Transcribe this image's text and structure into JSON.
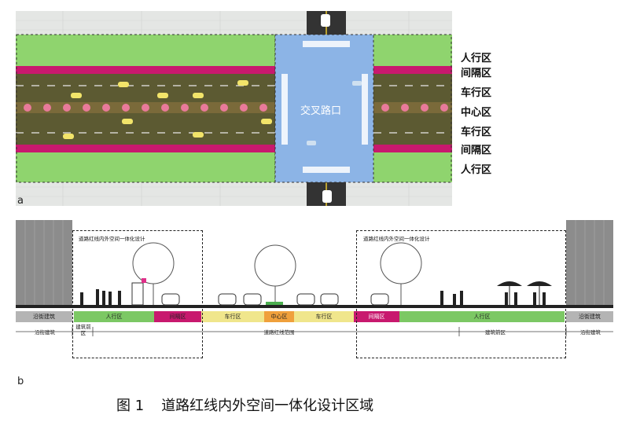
{
  "panel_a": {
    "letter": "a",
    "intersection_label": "交叉路口",
    "zones": [
      "人行区",
      "间隔区",
      "车行区",
      "中心区",
      "车行区",
      "间隔区",
      "人行区"
    ]
  },
  "panel_b": {
    "letter": "b",
    "box_title_left": "道路红线内外空间一体化设计",
    "box_title_right": "道路红线内外空间一体化设计",
    "segments": {
      "building_left": "沿街建筑",
      "sidewalk_left": "人行区",
      "buffer_left": "间隔区",
      "lane_left": "车行区",
      "center": "中心区",
      "lane_right": "车行区",
      "buffer_right": "间隔区",
      "sidewalk_right": "人行区",
      "building_right": "沿街建筑"
    },
    "dimensions": {
      "street_building_left": "沿街建筑",
      "front_zone_left": "建筑前区",
      "road_red_line": "道路红线范围",
      "front_zone_right": "建筑前区",
      "street_building_right": "沿街建筑"
    }
  },
  "caption": {
    "figure_number": "图 1",
    "title": "道路红线内外空间一体化设计区域"
  },
  "colors": {
    "sidewalk_green": "#7cc864",
    "buffer_magenta": "#c8196e",
    "lane_yellow": "#f0e68c",
    "center_orange": "#f0a03c",
    "building_gray": "#b4b4b4",
    "road_olive": "#5c5a32",
    "intersection_blue": "#8cb4e6"
  }
}
